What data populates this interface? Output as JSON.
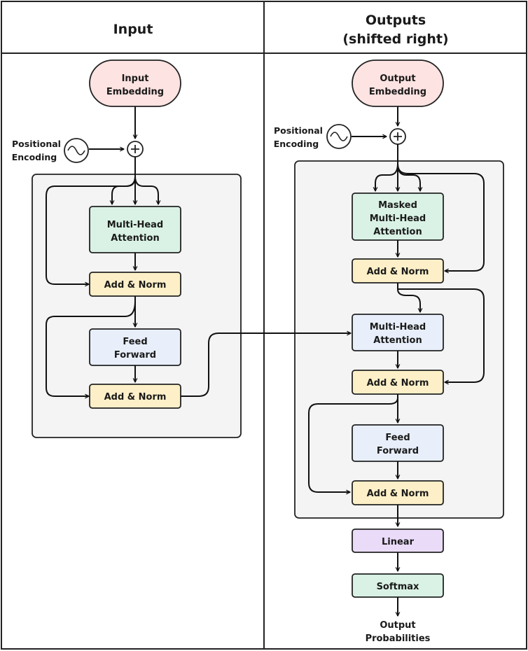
{
  "headers": {
    "left": "Input",
    "right_line1": "Outputs",
    "right_line2": "(shifted right)"
  },
  "encoder": {
    "embedding": [
      "Input",
      "Embedding"
    ],
    "positional": [
      "Positional",
      "Encoding"
    ],
    "attention": [
      "Multi-Head",
      "Attention"
    ],
    "add_norm_1": "Add & Norm",
    "feed_forward": [
      "Feed",
      "Forward"
    ],
    "add_norm_2": "Add & Norm"
  },
  "decoder": {
    "embedding": [
      "Output",
      "Embedding"
    ],
    "positional": [
      "Positional",
      "Encoding"
    ],
    "masked_attention": [
      "Masked",
      "Multi-Head",
      "Attention"
    ],
    "add_norm_1": "Add & Norm",
    "cross_attention": [
      "Multi-Head",
      "Attention"
    ],
    "add_norm_2": "Add & Norm",
    "feed_forward": [
      "Feed",
      "Forward"
    ],
    "add_norm_3": "Add & Norm",
    "linear": "Linear",
    "softmax": "Softmax",
    "output": [
      "Output",
      "Probabilities"
    ]
  },
  "colors": {
    "embedding": "#fde3e1",
    "attention": "#d9f2e5",
    "add_norm": "#fdf0c8",
    "feed_forward": "#e8effb",
    "linear": "#eadcf9",
    "softmax": "#d9f2e5",
    "block_bg": "#f4f4f4"
  }
}
